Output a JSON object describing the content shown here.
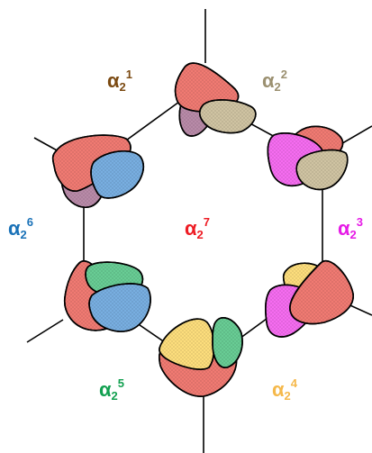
{
  "diagram": {
    "labels": [
      {
        "id": "a1",
        "base": "α",
        "sub": "2",
        "sup": "1",
        "color": "#7b4a12"
      },
      {
        "id": "a2",
        "base": "α",
        "sub": "2",
        "sup": "2",
        "color": "#9b9070"
      },
      {
        "id": "a3",
        "base": "α",
        "sub": "2",
        "sup": "3",
        "color": "#e61be6"
      },
      {
        "id": "a4",
        "base": "α",
        "sub": "2",
        "sup": "4",
        "color": "#f5b84a"
      },
      {
        "id": "a5",
        "base": "α",
        "sub": "2",
        "sup": "5",
        "color": "#12a050"
      },
      {
        "id": "a6",
        "base": "α",
        "sub": "2",
        "sup": "6",
        "color": "#1a72b8"
      },
      {
        "id": "a7",
        "base": "α",
        "sub": "2",
        "sup": "7",
        "color": "#ee1c24"
      }
    ],
    "petal_colors": {
      "red": "#f07a72",
      "tan": "#cfc3a2",
      "magenta": "#f56cf0",
      "yellow": "#fcdd7c",
      "green": "#68cc94",
      "blue": "#78aee0",
      "mauve": "#b88aa8"
    }
  }
}
